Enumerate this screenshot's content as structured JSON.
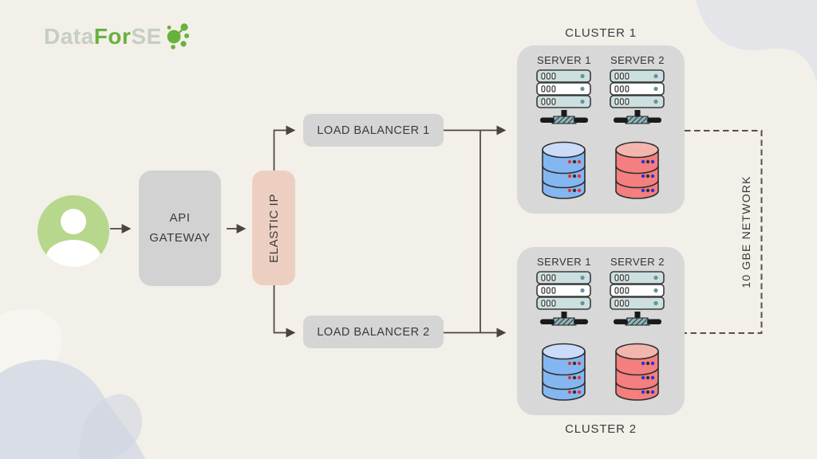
{
  "logo": {
    "part1": "Data",
    "part2": "For",
    "part3": "SE"
  },
  "nodes": {
    "api_gateway": {
      "line1": "API",
      "line2": "GATEWAY"
    },
    "elastic_ip": {
      "label": "ELASTIC IP"
    },
    "load_balancer_1": {
      "label": "LOAD BALANCER 1"
    },
    "load_balancer_2": {
      "label": "LOAD BALANCER 2"
    }
  },
  "clusters": {
    "cluster1": {
      "title": "CLUSTER 1",
      "server1": "SERVER 1",
      "server2": "SERVER 2"
    },
    "cluster2": {
      "title": "CLUSTER 2",
      "server1": "SERVER 1",
      "server2": "SERVER 2"
    }
  },
  "network": {
    "label": "10 GBE NETWORK"
  },
  "colors": {
    "background": "#f2f0e9",
    "logo_green": "#68b13d",
    "logo_sage": "#c6cec2",
    "user_green": "#b7d78c",
    "node_grey": "#d5d5d5",
    "cluster_grey": "#d8d8d8",
    "elastic_peach": "#edcfc1",
    "server_teal": "#cde0e0",
    "database_blue": "#84b7f2",
    "database_red": "#f47f7e",
    "connector": "#4a443d"
  }
}
